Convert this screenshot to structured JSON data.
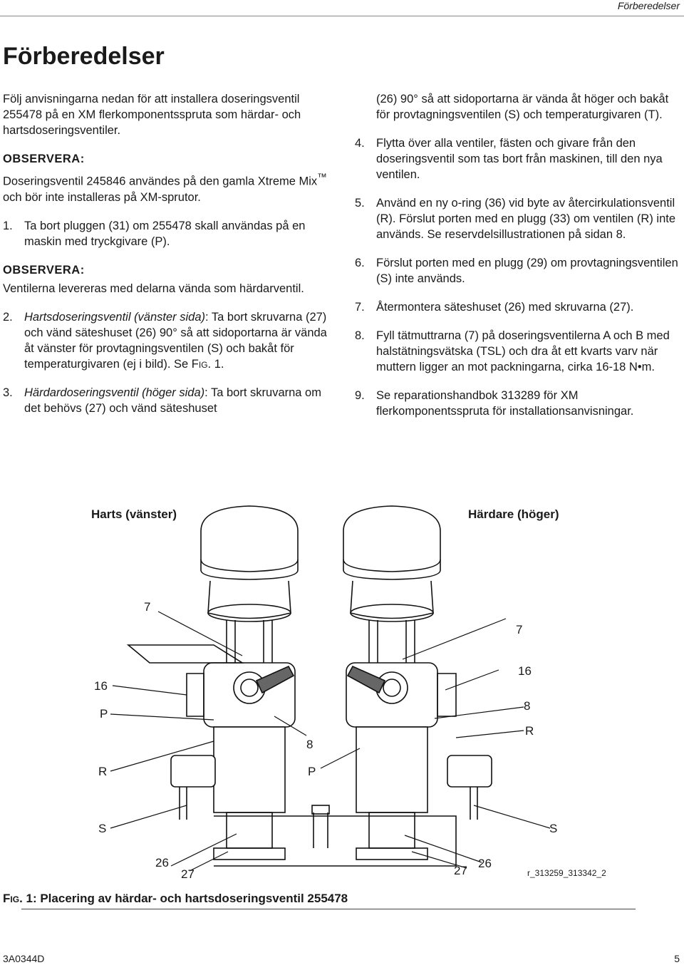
{
  "header": {
    "section": "Förberedelser"
  },
  "title": "Förberedelser",
  "left": {
    "intro": "Följ anvisningarna nedan för att installera doseringsventil 255478 på en XM flerkomponentsspruta som härdar- och hartsdoseringsventiler.",
    "note1_head": "OBSERVERA:",
    "note1_a": "Doseringsventil 245846 användes på den gamla Xtreme Mix",
    "note1_tm": "™",
    "note1_b": " och bör inte installeras på XM-sprutor.",
    "step1_num": "1.",
    "step1": "Ta bort pluggen (31) om 255478 skall användas på en maskin med tryckgivare (P).",
    "note2_head": "OBSERVERA:",
    "note2": "Ventilerna levereras med delarna vända som härdarventil.",
    "step2_num": "2.",
    "step2_title": "Hartsdoseringsventil (vänster sida)",
    "step2_a": ": Ta bort skruvarna (27) och vänd säteshuset (26) 90° så att sidoportarna är vända åt vänster för provtagningsventilen (S) och bakåt för temperaturgivaren (ej i bild). Se ",
    "step2_fig": "Fig",
    "step2_b": ". 1.",
    "step3_num": "3.",
    "step3_title": "Härdardoseringsventil (höger sida)",
    "step3_a": ": Ta bort skruvarna om det behövs (27) och vänd säteshuset"
  },
  "right": {
    "cont": "(26) 90° så att sidoportarna är vända åt höger och bakåt för provtagningsventilen (S) och temperaturgivaren (T).",
    "steps": [
      {
        "num": "4.",
        "text": "Flytta över alla ventiler, fästen och givare från den doseringsventil som tas bort från maskinen, till den nya ventilen."
      },
      {
        "num": "5.",
        "text": "Använd en ny o-ring (36) vid byte av återcirkulationsventil (R). Förslut porten med en plugg (33) om ventilen (R) inte används. Se reservdelsillustrationen på sidan 8."
      },
      {
        "num": "6.",
        "text": "Förslut porten med en plugg (29) om provtagningsventilen (S) inte används."
      },
      {
        "num": "7.",
        "text": "Återmontera säteshuset (26) med skruvarna (27)."
      },
      {
        "num": "8.",
        "text": "Fyll tätmuttrarna (7) på doseringsventilerna A och B med halstätningsvätska (TSL) och dra åt ett kvarts varv när muttern ligger an mot packningarna, cirka 16-18 N•m."
      },
      {
        "num": "9.",
        "text": "Se reparationshandbok 313289 för XM flerkomponentsspruta för installationsanvisningar."
      }
    ]
  },
  "figure": {
    "label_left": "Harts (vänster)",
    "label_right": "Härdare (höger)",
    "callouts": {
      "l7": "7",
      "l16": "16",
      "lP": "P",
      "l8": "8",
      "lR": "R",
      "lP2": "P",
      "lS": "S",
      "l26": "26",
      "l27": "27",
      "r7": "7",
      "r16": "16",
      "r8": "8",
      "rR": "R",
      "rS": "S",
      "r27": "27",
      "r26": "26"
    },
    "code": "r_313259_313342_2",
    "caption_fig": "Fig",
    "caption_rest": ". 1: Placering av härdar- och hartsdoseringsventil 255478"
  },
  "footer": {
    "doc": "3A0344D",
    "page": "5"
  }
}
